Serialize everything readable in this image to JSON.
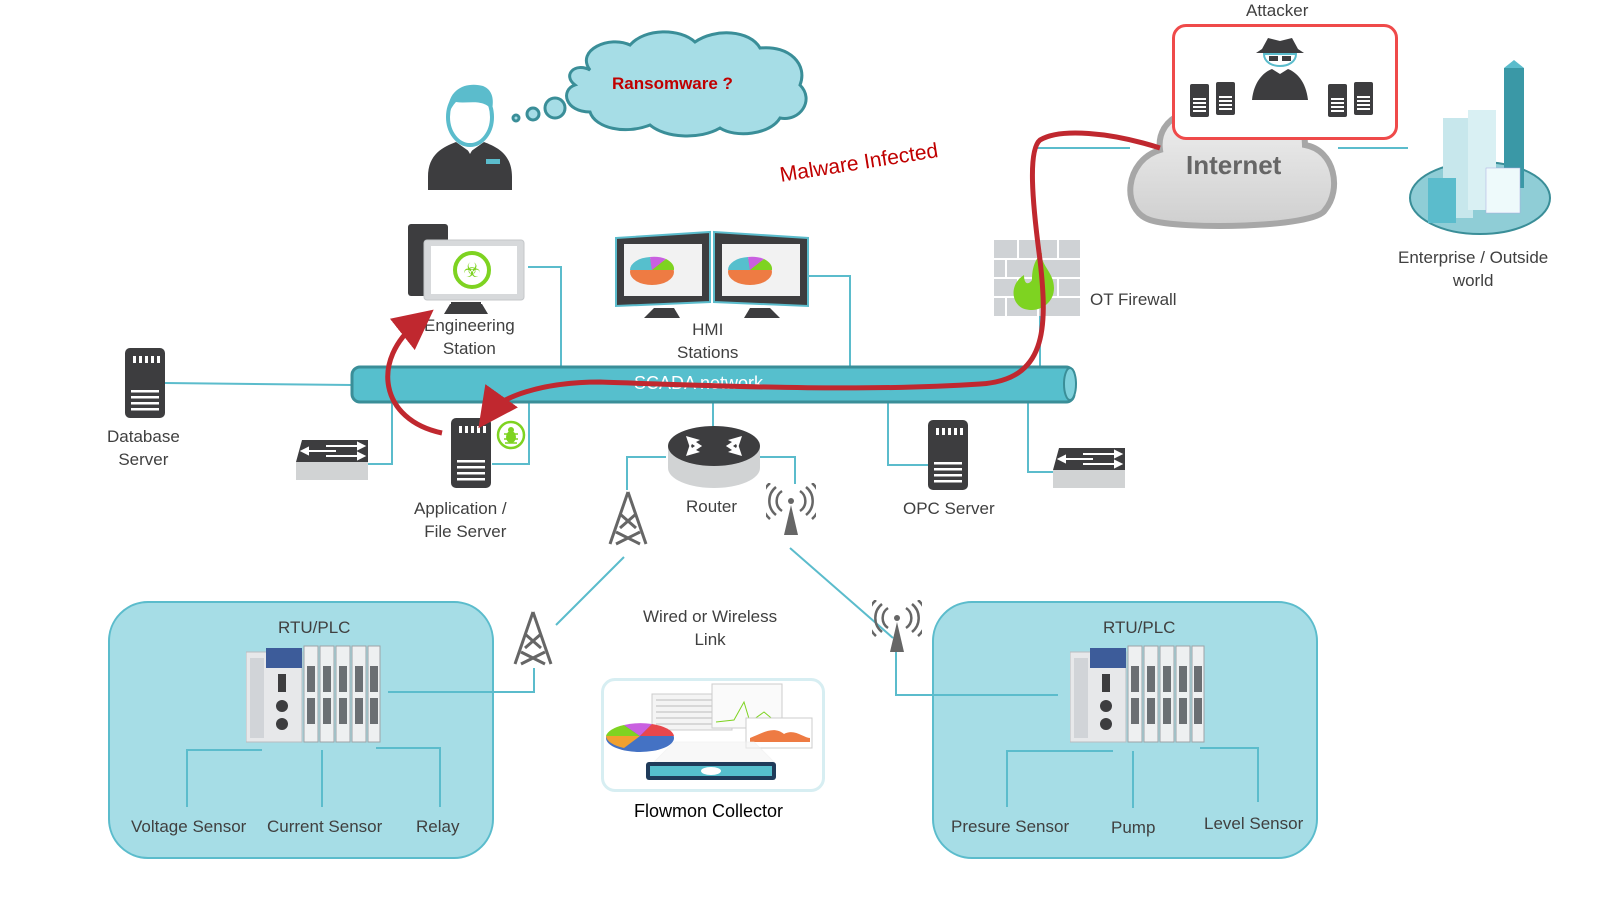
{
  "title": "SCADA network ransomware attack path",
  "colors": {
    "network": "#5bbccc",
    "attack_path": "#c0282f",
    "alert_text": "#c00000",
    "attacker_box": "#ef4a4a",
    "zone_fill": "#a6dde6",
    "device_dark": "#3d3d3f",
    "infection_green": "#7ed321"
  },
  "thought_bubble": {
    "text": "Ransomware ?",
    "icon": "operator-person-icon"
  },
  "annotation": {
    "text": "Malware Infected"
  },
  "attacker": {
    "label": "Attacker",
    "icon": "spy-hacker-icon"
  },
  "internet": {
    "label": "Internet"
  },
  "enterprise": {
    "label_line1": "Enterprise / Outside",
    "label_line2": "world"
  },
  "firewall": {
    "label": "OT Firewall"
  },
  "network": {
    "label": "SCADA network"
  },
  "nodes": {
    "engineering_station": {
      "line1": "Engineering",
      "line2": "Station",
      "status": "infected"
    },
    "hmi": {
      "line1": "HMI",
      "line2": "Stations"
    },
    "database_server": {
      "line1": "Database",
      "line2": "Server"
    },
    "app_server": {
      "line1": "Application /",
      "line2": "File Server",
      "status": "infected"
    },
    "router": {
      "label": "Router"
    },
    "opc_server": {
      "label": "OPC Server"
    }
  },
  "link": {
    "line1": "Wired or Wireless",
    "line2": "Link"
  },
  "collector": {
    "label": "Flowmon Collector"
  },
  "field_sites": [
    {
      "title": "RTU/PLC",
      "devices": [
        "Voltage Sensor",
        "Current Sensor",
        "Relay"
      ]
    },
    {
      "title": "RTU/PLC",
      "devices": [
        "Presure Sensor",
        "Pump",
        "Level Sensor"
      ]
    }
  ]
}
